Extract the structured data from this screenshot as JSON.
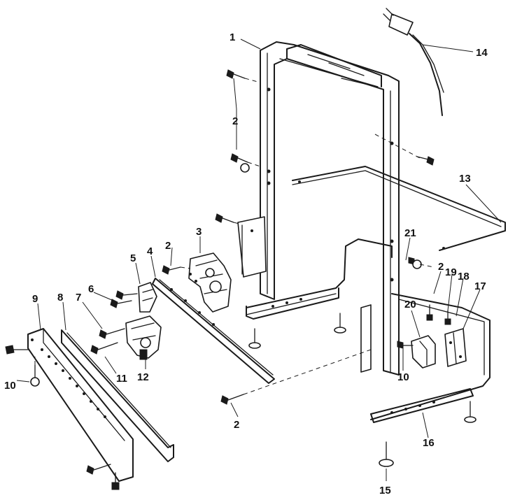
{
  "callouts": [
    {
      "id": "c1",
      "text": "1"
    },
    {
      "id": "c2a",
      "text": "2"
    },
    {
      "id": "c2b",
      "text": "2"
    },
    {
      "id": "c2c",
      "text": "2"
    },
    {
      "id": "c2d",
      "text": "2"
    },
    {
      "id": "c3",
      "text": "3"
    },
    {
      "id": "c4",
      "text": "4"
    },
    {
      "id": "c5",
      "text": "5"
    },
    {
      "id": "c6",
      "text": "6"
    },
    {
      "id": "c7",
      "text": "7"
    },
    {
      "id": "c8",
      "text": "8"
    },
    {
      "id": "c9",
      "text": "9"
    },
    {
      "id": "c10a",
      "text": "10"
    },
    {
      "id": "c10b",
      "text": "10"
    },
    {
      "id": "c11",
      "text": "11"
    },
    {
      "id": "c12",
      "text": "12"
    },
    {
      "id": "c13",
      "text": "13"
    },
    {
      "id": "c14",
      "text": "14"
    },
    {
      "id": "c15",
      "text": "15"
    },
    {
      "id": "c16",
      "text": "16"
    },
    {
      "id": "c17",
      "text": "17"
    },
    {
      "id": "c18",
      "text": "18"
    },
    {
      "id": "c19",
      "text": "19"
    },
    {
      "id": "c20",
      "text": "20"
    },
    {
      "id": "c21",
      "text": "21"
    }
  ]
}
